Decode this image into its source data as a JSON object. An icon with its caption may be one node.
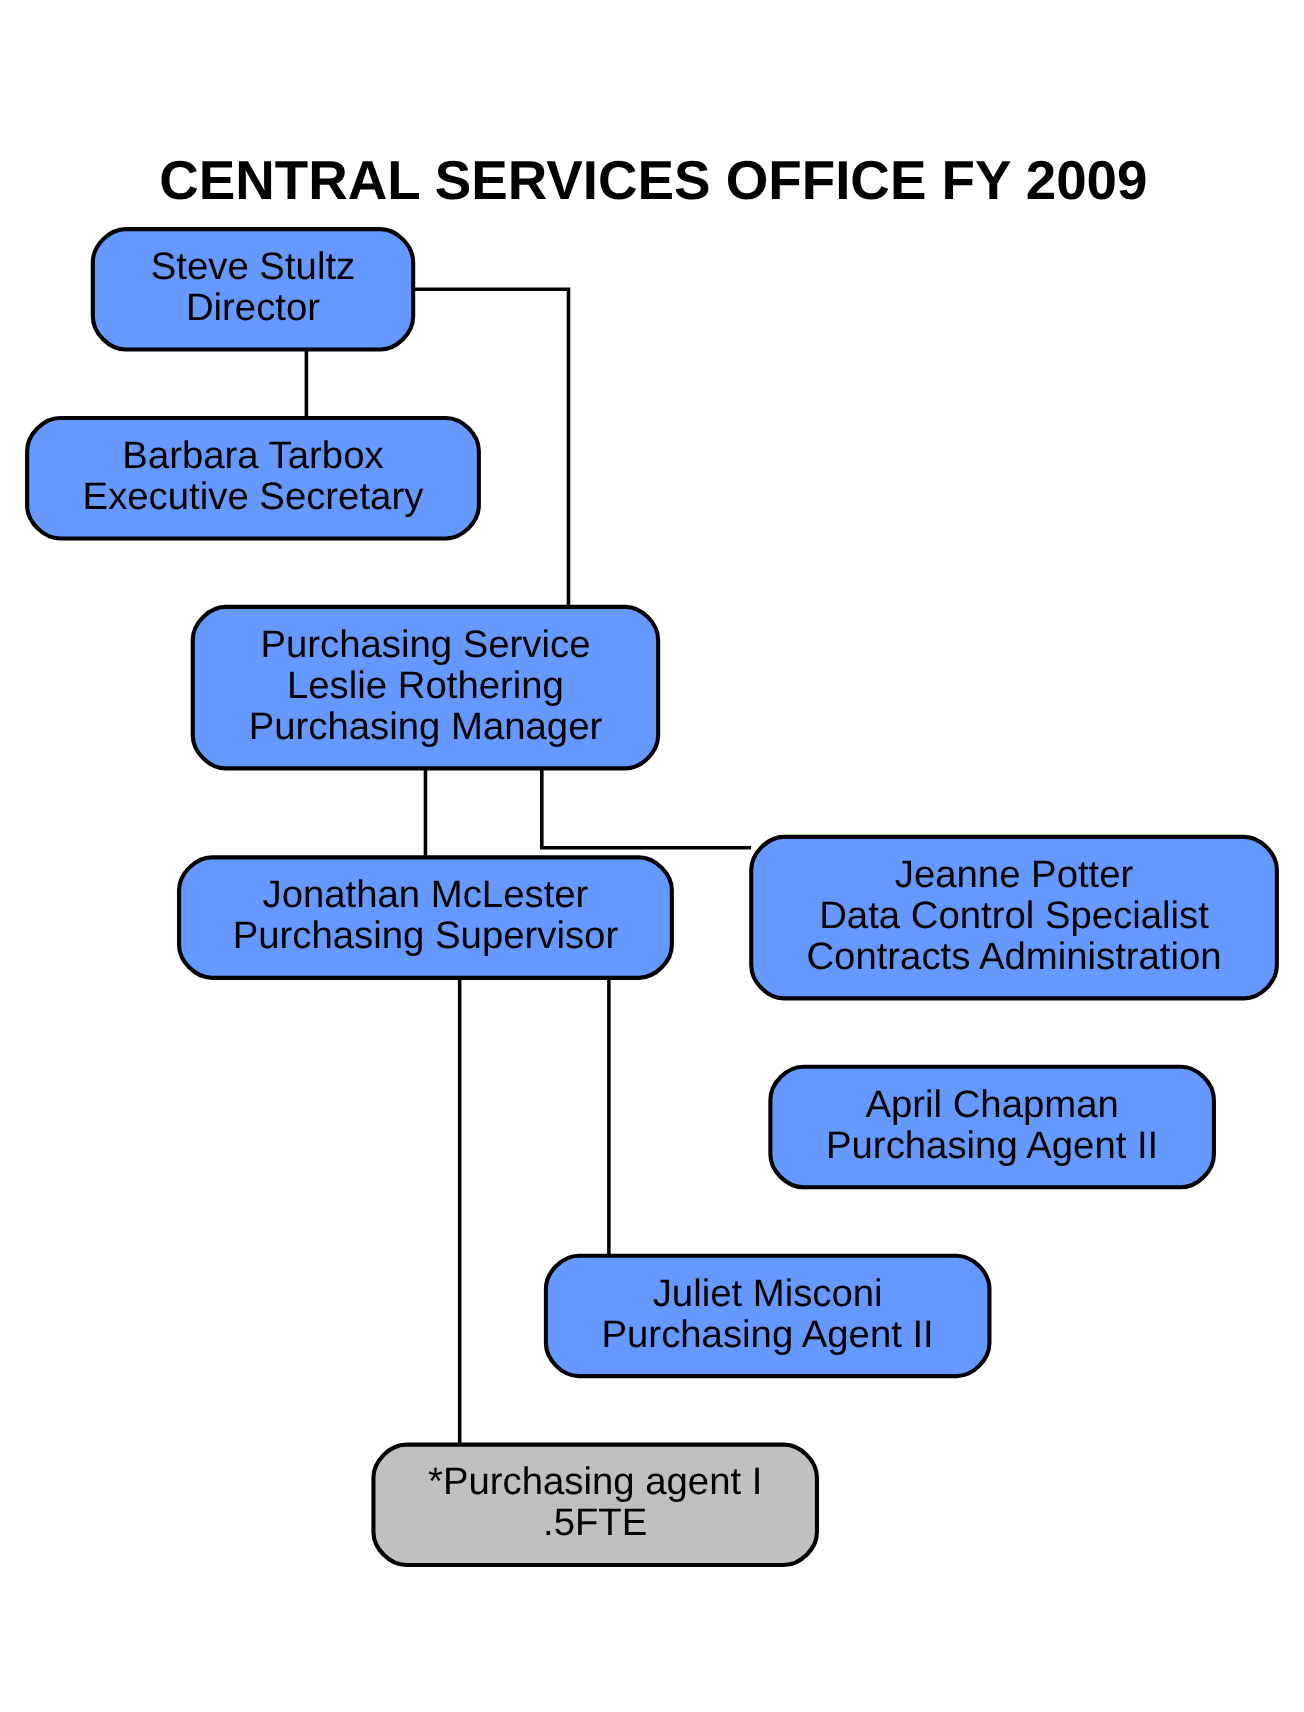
{
  "diagram": {
    "title": "CENTRAL SERVICES OFFICE FY 2009",
    "nodes": [
      {
        "text": [
          "Steve Stultz",
          "Director"
        ]
      },
      {
        "text": [
          "Barbara Tarbox",
          "Executive Secretary"
        ]
      },
      {
        "text": [
          "Purchasing Service",
          "Leslie Rothering",
          "Purchasing Manager"
        ]
      },
      {
        "text": [
          "Jonathan McLester",
          "Purchasing Supervisor"
        ]
      },
      {
        "text": [
          "Jeanne Potter",
          "Data Control Specialist",
          "Contracts Administration"
        ]
      },
      {
        "text": [
          "April Chapman",
          "Purchasing Agent II"
        ]
      },
      {
        "text": [
          "Juliet Misconi",
          "Purchasing Agent II"
        ]
      },
      {
        "text": [
          "*Purchasing agent I",
          ".5FTE"
        ]
      }
    ],
    "edges": [
      {
        "from": 0,
        "to": 1,
        "arrow": "none"
      },
      {
        "from": 0,
        "to": 2,
        "arrow": "none"
      },
      {
        "from": 2,
        "to": 3,
        "arrow": "none"
      },
      {
        "from": 2,
        "to": 4,
        "arrow": "none"
      },
      {
        "from": 3,
        "to": 6,
        "arrow": "none"
      },
      {
        "from": 3,
        "to": 7,
        "arrow": "none"
      }
    ]
  }
}
